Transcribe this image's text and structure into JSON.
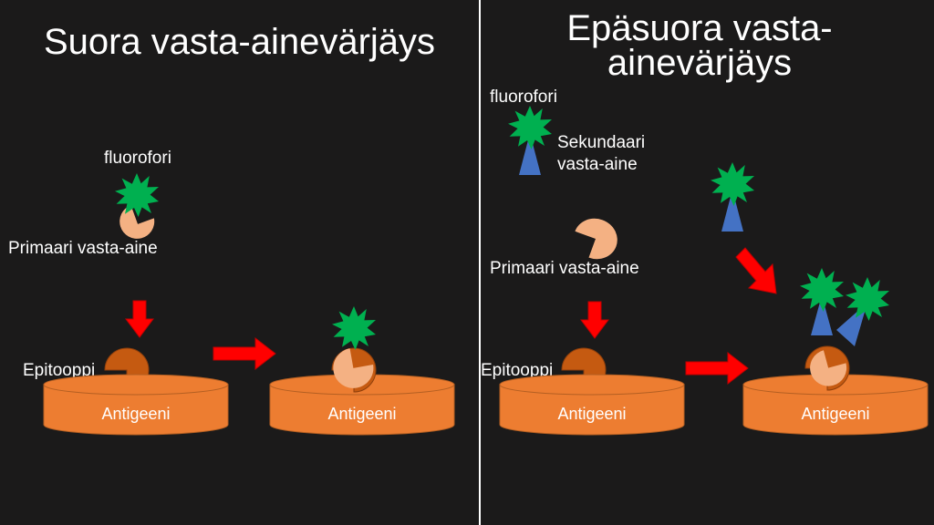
{
  "colors": {
    "background": "#1b1a1a",
    "antigen": "#ed7d31",
    "antigen_edge": "#b45f22",
    "epitope": "#c55a11",
    "primary_antibody": "#f4b183",
    "fluorophore": "#00b050",
    "secondary_antibody": "#4472c4",
    "arrow": "#ff0000",
    "arrow_edge": "#c00000",
    "text": "#ffffff"
  },
  "left_panel": {
    "title": "Suora vasta-ainevärjäys",
    "fluorophore_label": "fluorofori",
    "primary_antibody_label": "Primaari vasta-aine",
    "epitope_label": "Epitooppi",
    "antigen_before_label": "Antigeeni",
    "antigen_after_label": "Antigeeni"
  },
  "right_panel": {
    "title": "Epäsuora vasta-ainevärjäys",
    "fluorophore_label": "fluorofori",
    "secondary_antibody_label": "Sekundaari vasta-aine",
    "primary_antibody_label": "Primaari vasta-aine",
    "epitope_label": "Epitooppi",
    "antigen_before_label": "Antigeeni",
    "antigen_after_label": "Antigeeni"
  }
}
